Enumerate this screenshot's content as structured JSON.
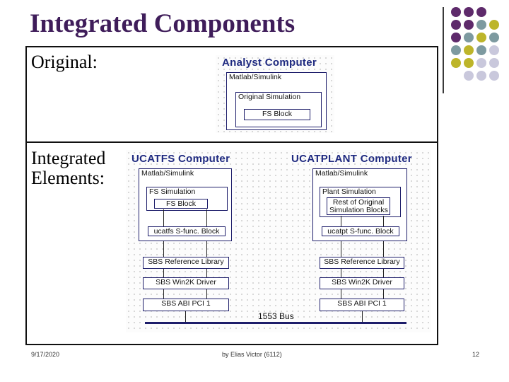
{
  "slide": {
    "title": "Integrated Components",
    "original_label": "Original:",
    "integrated_label_line1": "Integrated",
    "integrated_label_line2": "Elements:"
  },
  "diagram": {
    "analyst": {
      "title": "Analyst Computer",
      "matlab": "Matlab/Simulink",
      "simulation": "Original Simulation",
      "block": "FS Block"
    },
    "ucatfs": {
      "title": "UCATFS Computer",
      "matlab": "Matlab/Simulink",
      "simulation": "FS Simulation",
      "block": "FS Block",
      "sfunc": "ucatfs S-func. Block",
      "library": "SBS Reference Library",
      "driver": "SBS Win2K Driver",
      "pci": "SBS ABI PCI 1"
    },
    "ucatplant": {
      "title": "UCATPLANT Computer",
      "matlab": "Matlab/Simulink",
      "simulation": "Plant Simulation",
      "rest_line1": "Rest of Original",
      "rest_line2": "Simulation Blocks",
      "sfunc": "ucatpt S-func. Block",
      "library": "SBS Reference Library",
      "driver": "SBS Win2K Driver",
      "pci": "SBS ABI PCI 1"
    },
    "bus_label": "1553 Bus"
  },
  "footer": {
    "date": "9/17/2020",
    "author": "by Elias Victor (6112)",
    "page": "12"
  },
  "colors": {
    "title": "#3f1d5a",
    "purple": "#5e2a6b",
    "teal": "#7d9aa0",
    "olive": "#bdb52a",
    "lavender": "#c9c8dc",
    "diagram_title": "#1f2a80"
  }
}
